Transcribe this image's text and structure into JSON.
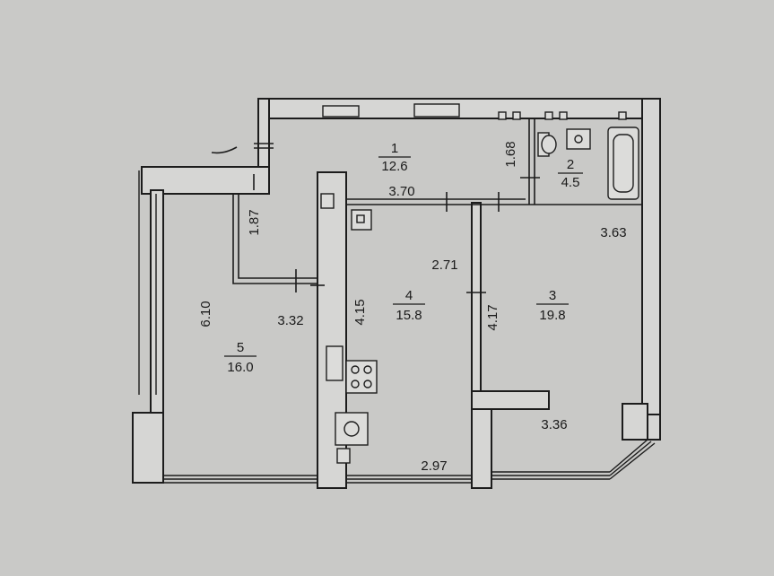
{
  "rooms": [
    {
      "number": "1",
      "area": "12.6"
    },
    {
      "number": "2",
      "area": "4.5"
    },
    {
      "number": "3",
      "area": "19.8"
    },
    {
      "number": "4",
      "area": "15.8"
    },
    {
      "number": "5",
      "area": "16.0"
    }
  ],
  "dimensions": {
    "corridor_width": "1.68",
    "corridor_length": "3.70",
    "kitchen_depth": "2.71",
    "kitchen_length": "4.15",
    "kitchen_bottom": "2.97",
    "room3_top": "3.63",
    "room3_length": "4.17",
    "room3_bottom": "3.36",
    "room5_length": "6.10",
    "room5_width": "3.32",
    "room5_notch": "1.87"
  },
  "colors": {
    "paper": "#c9c9c7",
    "ink": "#1c1c1c"
  }
}
